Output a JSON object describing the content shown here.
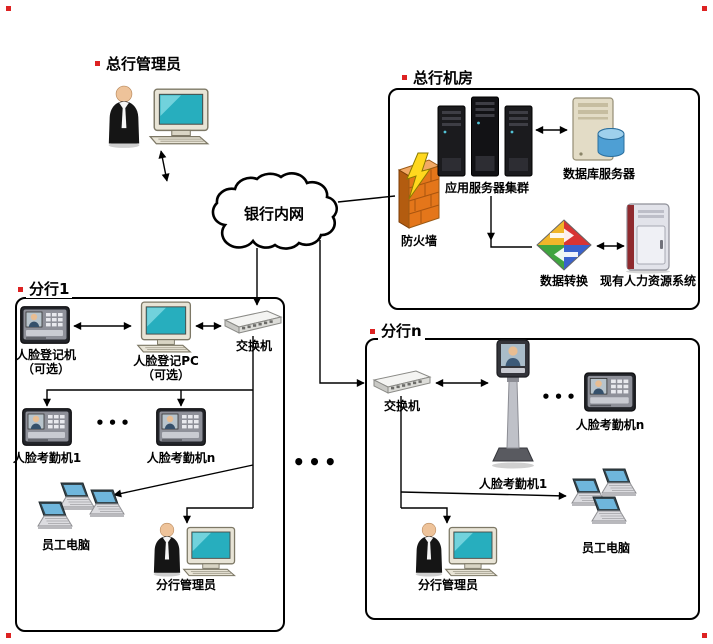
{
  "diagram": {
    "hq_admin": {
      "label": "总行管理员"
    },
    "cloud": {
      "label": "银行内网"
    },
    "hq_room": {
      "title": "总行机房",
      "firewall": "防火墙",
      "app_cluster": "应用服务器集群",
      "db_server": "数据库服务器",
      "data_convert": "数据转换",
      "hr_system": "现有人力资源系统"
    },
    "branch1": {
      "title": "分行1",
      "register_machine": "人脸登记机",
      "register_machine_note": "（可选）",
      "register_pc": "人脸登记PC",
      "register_pc_note": "（可选）",
      "switch": "交换机",
      "attendance_1": "人脸考勤机1",
      "attendance_n": "人脸考勤机n",
      "ellipsis": "•••",
      "staff_pc": "员工电脑",
      "admin": "分行管理员"
    },
    "branch_n": {
      "title": "分行n",
      "switch": "交换机",
      "attendance_1": "人脸考勤机1",
      "attendance_n": "人脸考勤机n",
      "ellipsis": "•••",
      "staff_pc": "员工电脑",
      "admin": "分行管理员"
    },
    "between_branches_ellipsis": "•••",
    "colors": {
      "line": "#000000",
      "firewall_orange": "#e4761a",
      "screen_cyan": "#27aebe",
      "mark_red": "#dd2222"
    }
  }
}
